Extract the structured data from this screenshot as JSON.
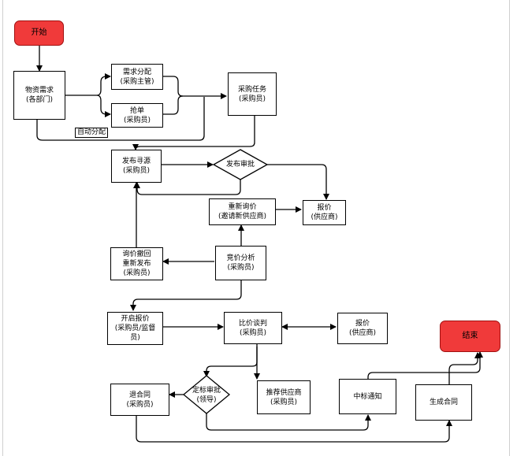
{
  "nodes": {
    "start": "开始",
    "material_demand": "物资需求\n(各部门)",
    "demand_assign": "需求分配\n(采购主管)",
    "grab_order": "抢单\n(采购员)",
    "purchase_task": "采购任务\n(采购员)",
    "publish_sourcing": "发布寻源\n(采购员)",
    "publish_approval": "发布审批",
    "re_inquiry": "重新询价\n(邀请新供应商)",
    "quote_1": "报价\n(供应商)",
    "withdraw_republish": "询价撤回\n重新发布\n(采购员)",
    "bid_analysis": "竞价分析\n(采购员)",
    "open_quote": "开启报价\n(采购员/监督\n员)",
    "compare_negotiate": "比价谈判\n(采购员)",
    "quote_2": "报价\n(供应商)",
    "end": "结束",
    "return_contract": "退合同\n(采购员)",
    "award_approval": "定标审批\n(领导)",
    "recommend_supplier": "推荐供应商\n(采购员)",
    "award_notice": "中标通知",
    "generate_contract": "生成合同"
  },
  "labels": {
    "auto_assign": "自动分配"
  }
}
